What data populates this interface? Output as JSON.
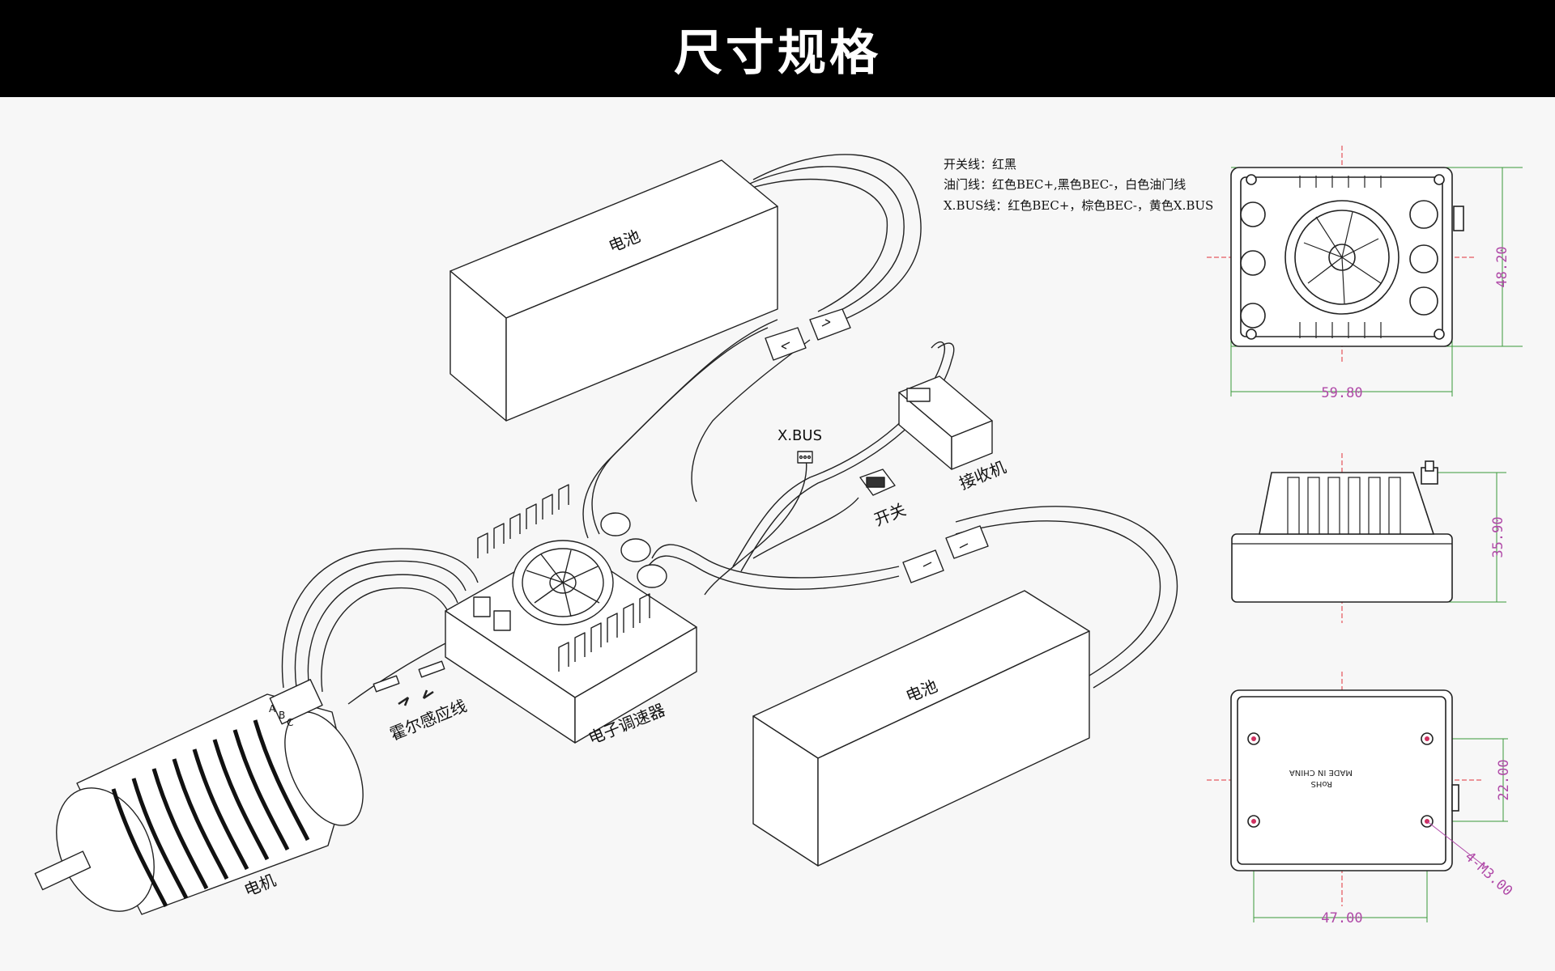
{
  "header": {
    "title": "尺寸规格"
  },
  "notes": {
    "line1": "开关线：红黑",
    "line2": "油门线：红色BEC+,黑色BEC-，白色油门线",
    "line3": "X.BUS线：红色BEC+，棕色BEC-，黄色X.BUS"
  },
  "labels": {
    "battery_top": "电池",
    "battery_bottom": "电池",
    "xbus": "X.BUS",
    "receiver": "接收机",
    "switch": "开关",
    "hall_sensor": "霍尔感应线",
    "esc": "电子调速器",
    "motor": "电机",
    "phase_a": "A",
    "phase_b": "B",
    "phase_c": "C"
  },
  "dimensions": {
    "top_height": "48.20",
    "top_width": "59.80",
    "side_height": "35.90",
    "bottom_hole_y": "22.00",
    "bottom_hole_x": "47.00",
    "screw": "4-M3.00"
  },
  "bottom_marking": {
    "made_in": "MADE IN CHINA",
    "rohs": "RoHS"
  },
  "colors": {
    "header_bg": "#000000",
    "dimension": "#b04aa8",
    "centerline": "#e0303a",
    "extension": "#3a9a3a"
  }
}
